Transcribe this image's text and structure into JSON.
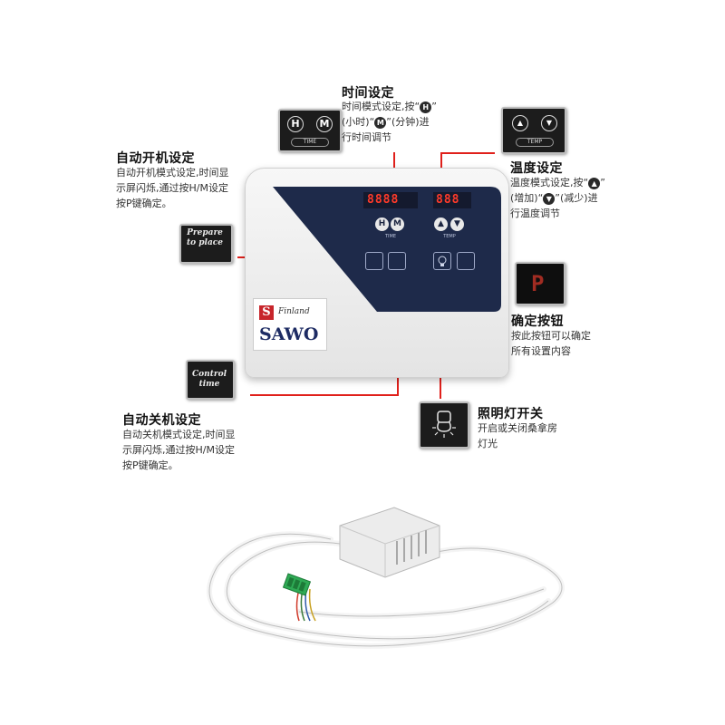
{
  "time_setting": {
    "title": "时间设定",
    "desc_line1_pre": "时间模式设定,按“",
    "desc_line1_post": "”",
    "desc_line2_a": "(小时)“",
    "desc_line2_b": "”(分钟)进",
    "desc_line3": "行时间调节",
    "btn_h": "H",
    "btn_m": "M",
    "tile_caption": "TIME"
  },
  "temp_setting": {
    "title": "温度设定",
    "desc_line1_pre": "温度模式设定,按“",
    "desc_line1_post": "”",
    "desc_line2_a": "(增加)“",
    "desc_line2_b": "”(减少)进",
    "desc_line3": "行温度调节",
    "tile_caption": "TEMP"
  },
  "auto_on": {
    "title": "自动开机设定",
    "desc_line1": "自动开机模式设定,时间显",
    "desc_line2": "示屏闪烁,通过按H/M设定",
    "desc_line3": "按P键确定。",
    "tile_text": "Prepare to place"
  },
  "auto_off": {
    "title": "自动关机设定",
    "desc_line1": "自动关机模式设定,时间显",
    "desc_line2": "示屏闪烁,通过按H/M设定",
    "desc_line3": "按P键确定。",
    "tile_text": "Control time"
  },
  "confirm": {
    "title": "确定按钮",
    "desc_line1": "按此按钮可以确定",
    "desc_line2": "所有设置内容",
    "tile_text": "P"
  },
  "light": {
    "title": "照明灯开关",
    "desc_line1": "开启或关闭桑拿房",
    "desc_line2": "灯光"
  },
  "device": {
    "brand": "SAWO",
    "sub_brand": "Finland",
    "time_display": "8888",
    "temp_display": "888",
    "time_caption": "TIME",
    "temp_caption": "TEMP",
    "btn_h": "H",
    "btn_m": "M"
  },
  "colors": {
    "accent_line": "#e0201b",
    "panel_dark": "#1e2a4a",
    "display_red": "#ff3a2a"
  }
}
